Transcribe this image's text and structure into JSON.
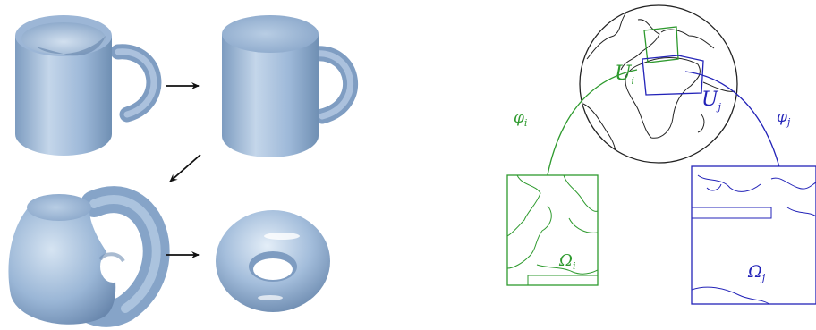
{
  "colors": {
    "surface": "#a9c2de",
    "surface_dark": "#6f8fb3",
    "surface_light": "#dde9f5",
    "chart_i": "#2e9a2e",
    "chart_j": "#2323b8",
    "outline": "#222222",
    "arrow": "#111111"
  },
  "morph_sequence": {
    "stages": [
      "mug",
      "filled-mug",
      "deformed-mug",
      "torus"
    ]
  },
  "manifold": {
    "sphere": "globe",
    "U_i": {
      "main": "U",
      "sub": "i"
    },
    "U_j": {
      "main": "U",
      "sub": "j"
    },
    "phi_i": {
      "main": "φ",
      "sub": "i"
    },
    "phi_j": {
      "main": "φ",
      "sub": "j"
    },
    "Omega_i": {
      "main": "Ω",
      "sub": "i"
    },
    "Omega_j": {
      "main": "Ω",
      "sub": "j"
    }
  }
}
